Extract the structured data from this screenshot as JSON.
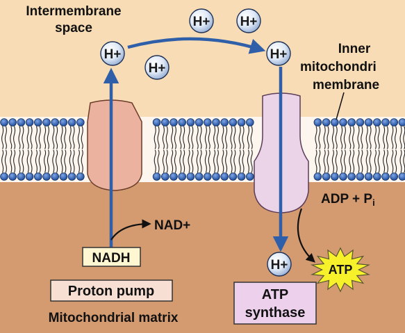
{
  "colors": {
    "intermembrane_space": "#f7dcb5",
    "matrix": "#d49a70",
    "membrane_head": "#2e63b8",
    "arrow": "#2e5fa8",
    "proton_pump": "#ebb39f",
    "atp_synthase": "#ecd4e8",
    "atp_star": "#f6f12a",
    "label_box": "#fff6d2",
    "name_box_pump": "#f8dfd4",
    "name_box_synthase": "#ecd0ec"
  },
  "labels": {
    "intermembrane_line1": "Intermembrane",
    "intermembrane_line2": "space",
    "inner_line1": "Inner",
    "inner_line2": "mitochondri",
    "inner_line3": "membrane",
    "nad": "NAD+",
    "nadh": "NADH",
    "adp": "ADP + P",
    "adp_sub": "i",
    "atp": "ATP",
    "proton_pump": "Proton pump",
    "atp_synthase_line1": "ATP",
    "atp_synthase_line2": "synthase",
    "matrix": "Mitochondrial matrix"
  },
  "ions": [
    {
      "text": "H+"
    },
    {
      "text": "H+"
    },
    {
      "text": "H+"
    },
    {
      "text": "H+"
    },
    {
      "text": "H+"
    },
    {
      "text": "H+"
    }
  ]
}
